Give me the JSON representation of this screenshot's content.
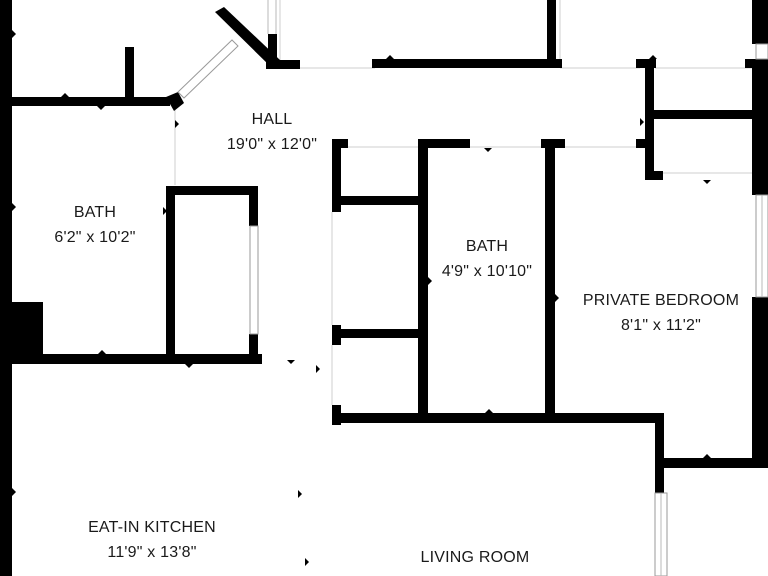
{
  "rooms": {
    "hall": {
      "name": "HALL",
      "dims": "19'0\" x 12'0\""
    },
    "bath_left": {
      "name": "BATH",
      "dims": "6'2\" x 10'2\""
    },
    "bath_center": {
      "name": "BATH",
      "dims": "4'9\" x 10'10\""
    },
    "private_bedroom": {
      "name": "PRIVATE BEDROOM",
      "dims": "8'1\" x 11'2\""
    },
    "eat_in_kitchen": {
      "name": "EAT-IN KITCHEN",
      "dims": "11'9\" x 13'8\""
    },
    "living_room": {
      "name": "LIVING ROOM"
    }
  },
  "colors": {
    "wall": "#000000",
    "background": "#ffffff",
    "text": "#1a1a1a"
  }
}
